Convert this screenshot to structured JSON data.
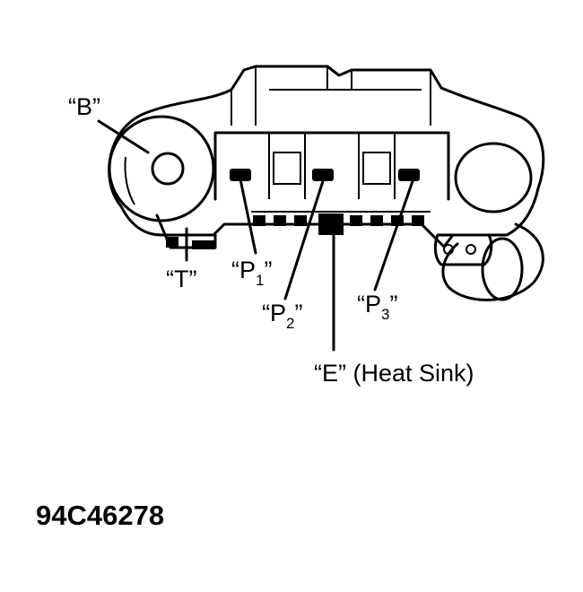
{
  "labels": {
    "b": "“B”",
    "t": "“T”",
    "p1_main": "“P",
    "p1_sub": "1",
    "p1_close": "”",
    "p2_main": "“P",
    "p2_sub": "2",
    "p2_close": "”",
    "p3_main": "“P",
    "p3_sub": "3",
    "p3_close": "”",
    "e": "“E” (Heat Sink)"
  },
  "figure_id": "94C46278"
}
